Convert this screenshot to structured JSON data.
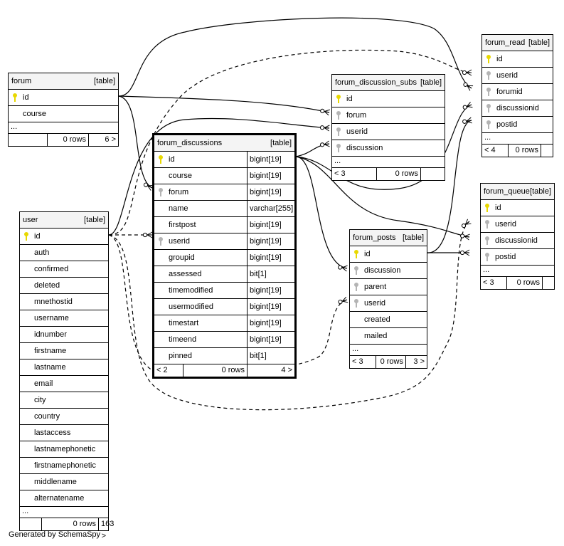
{
  "footer": "Generated by SchemaSpy",
  "tables": {
    "forum": {
      "name": "forum",
      "type": "[table]",
      "columns": [
        "id",
        "course"
      ],
      "ellipsis": "...",
      "footer_left": "",
      "footer_rows": "0 rows",
      "footer_right": "6 >"
    },
    "user": {
      "name": "user",
      "type": "[table]",
      "columns": [
        "id",
        "auth",
        "confirmed",
        "deleted",
        "mnethostid",
        "username",
        "idnumber",
        "firstname",
        "lastname",
        "email",
        "city",
        "country",
        "lastaccess",
        "lastnamephonetic",
        "firstnamephonetic",
        "middlename",
        "alternatename"
      ],
      "ellipsis": "...",
      "footer_left": "",
      "footer_rows": "0 rows",
      "footer_right": "163 >"
    },
    "forum_discussions": {
      "name": "forum_discussions",
      "type": "[table]",
      "columns": [
        {
          "name": "id",
          "type": "bigint[19]"
        },
        {
          "name": "course",
          "type": "bigint[19]"
        },
        {
          "name": "forum",
          "type": "bigint[19]"
        },
        {
          "name": "name",
          "type": "varchar[255]"
        },
        {
          "name": "firstpost",
          "type": "bigint[19]"
        },
        {
          "name": "userid",
          "type": "bigint[19]"
        },
        {
          "name": "groupid",
          "type": "bigint[19]"
        },
        {
          "name": "assessed",
          "type": "bit[1]"
        },
        {
          "name": "timemodified",
          "type": "bigint[19]"
        },
        {
          "name": "usermodified",
          "type": "bigint[19]"
        },
        {
          "name": "timestart",
          "type": "bigint[19]"
        },
        {
          "name": "timeend",
          "type": "bigint[19]"
        },
        {
          "name": "pinned",
          "type": "bit[1]"
        }
      ],
      "footer_left": "< 2",
      "footer_rows": "0 rows",
      "footer_right": "4 >"
    },
    "forum_discussion_subs": {
      "name": "forum_discussion_subs",
      "type": "[table]",
      "columns": [
        "id",
        "forum",
        "userid",
        "discussion"
      ],
      "ellipsis": "...",
      "footer_left": "< 3",
      "footer_rows": "0 rows",
      "footer_right": ""
    },
    "forum_read": {
      "name": "forum_read",
      "type": "[table]",
      "columns": [
        "id",
        "userid",
        "forumid",
        "discussionid",
        "postid"
      ],
      "ellipsis": "...",
      "footer_left": "< 4",
      "footer_rows": "0 rows",
      "footer_right": ""
    },
    "forum_queue": {
      "name": "forum_queue",
      "type": "[table]",
      "columns": [
        "id",
        "userid",
        "discussionid",
        "postid"
      ],
      "ellipsis": "...",
      "footer_left": "< 3",
      "footer_rows": "0 rows",
      "footer_right": ""
    },
    "forum_posts": {
      "name": "forum_posts",
      "type": "[table]",
      "columns": [
        "id",
        "discussion",
        "parent",
        "userid",
        "created",
        "mailed"
      ],
      "ellipsis": "...",
      "footer_left": "< 3",
      "footer_rows": "0 rows",
      "footer_right": "3 >"
    }
  },
  "colors": {
    "primary_key": "#e8d800",
    "foreign_key": "#b4b4b4",
    "header_bg": "#f4f4f4"
  }
}
